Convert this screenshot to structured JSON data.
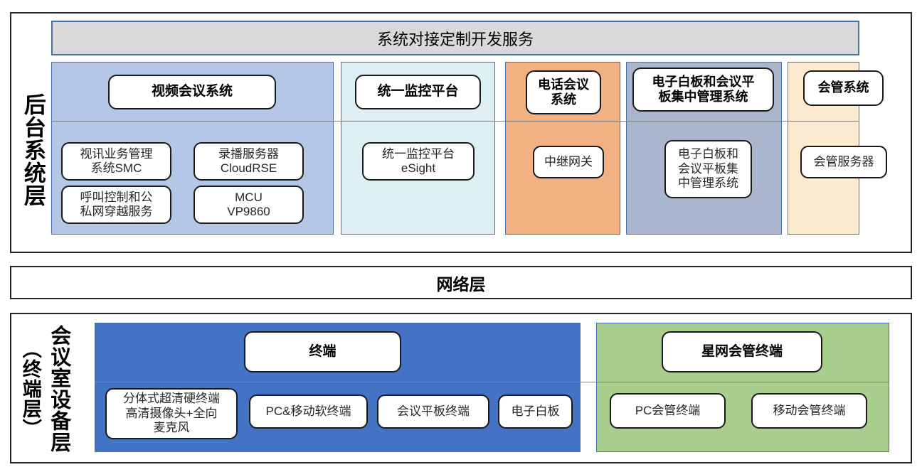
{
  "diagram": {
    "title_banner": "系统对接定制开发服务",
    "layers": [
      {
        "id": "backend",
        "label": "后台系统层"
      },
      {
        "id": "network",
        "label": "网络层"
      },
      {
        "id": "room",
        "label_main": "会议室设备层",
        "label_sub": "（终端层）"
      }
    ]
  },
  "backend": {
    "columns": [
      {
        "header": "视频会议系统",
        "color": "#B4C7E7",
        "nodes": [
          "视讯业务管理\n系统SMC",
          "录播服务器\nCloudRSE",
          "呼叫控制和公\n私网穿越服务",
          "MCU\nVP9860"
        ],
        "node_lines": [
          [
            "视讯业务管理",
            "系统SMC"
          ],
          [
            "录播服务器",
            "CloudRSE"
          ],
          [
            "呼叫控制和公",
            "私网穿越服务"
          ],
          [
            "MCU",
            "VP9860"
          ]
        ]
      },
      {
        "header": "统一监控平台",
        "color": "#DEF0F5",
        "node_lines": [
          [
            "统一监控平台",
            "eSight"
          ]
        ]
      },
      {
        "header": "电话会议\n系统",
        "header_lines": [
          "电话会议",
          "系统"
        ],
        "color": "#F2B183",
        "node_lines": [
          [
            "中继网关"
          ]
        ]
      },
      {
        "header": "电子白板和会议平\n板集中管理系统",
        "header_lines": [
          "电子白板和会议平",
          "板集中管理系统"
        ],
        "color": "#A9B6CD",
        "node_lines": [
          [
            "电子白板和",
            "会议平板集",
            "中管理系统"
          ]
        ]
      },
      {
        "header": "会管系统",
        "color": "#FCEBD0",
        "node_lines": [
          [
            "会管服务器"
          ]
        ]
      }
    ]
  },
  "network": {
    "label": "网络层"
  },
  "room": {
    "panels": [
      {
        "header": "终端",
        "color": "#4472C4",
        "node_lines": [
          [
            "分体式超清硬终端",
            "高清摄像头+全向",
            "麦克风"
          ],
          [
            "PC&移动软终端"
          ],
          [
            "会议平板终端"
          ],
          [
            "电子白板"
          ]
        ]
      },
      {
        "header": "星网会管终端",
        "color": "#A9CE8E",
        "node_lines": [
          [
            "PC会管终端"
          ],
          [
            "移动会管终端"
          ]
        ]
      }
    ]
  },
  "colors": {
    "banner_fill": "#D9D9D9",
    "frame_border": "#262626",
    "col_border": "#4472A8",
    "rule": "#808080"
  }
}
